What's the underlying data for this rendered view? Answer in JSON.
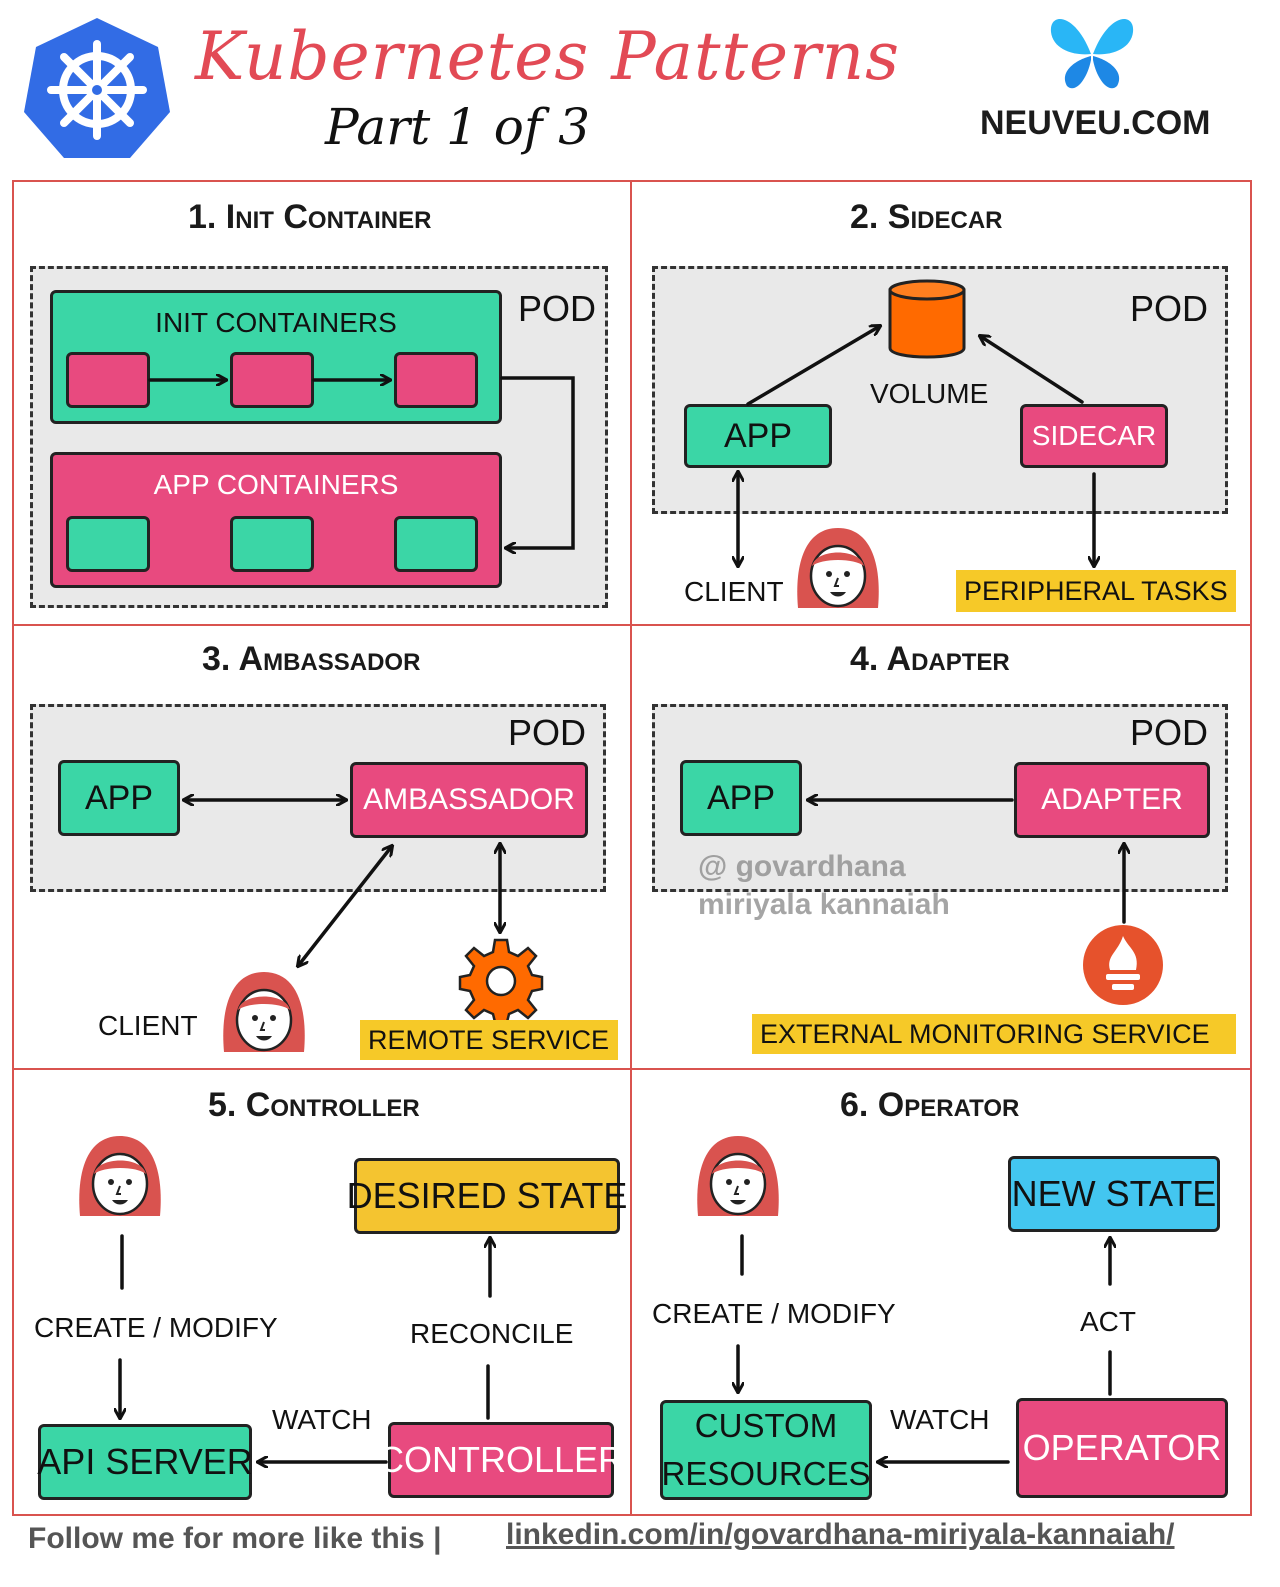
{
  "header": {
    "title": "Kubernetes Patterns",
    "subtitle": "Part 1 of 3",
    "brand": "NEUVEU.COM"
  },
  "colors": {
    "accent": "#e24a55",
    "green": "#3bd6a6",
    "pink": "#e84a7f",
    "yellow": "#f4c430",
    "blue": "#43c6f0",
    "orange": "#ff6a00",
    "kubernetes_blue": "#326ce5"
  },
  "icons": [
    "kubernetes-helm-logo",
    "butterfly-logo",
    "person-avatar",
    "gear",
    "prometheus-flame",
    "cylinder-volume"
  ],
  "panels": {
    "init": {
      "title": "1. Init Container",
      "pod": "POD",
      "init_containers": "INIT CONTAINERS",
      "app_containers": "APP CONTAINERS"
    },
    "sidecar": {
      "title": "2. Sidecar",
      "pod": "POD",
      "volume": "VOLUME",
      "app": "APP",
      "sidecar": "SIDECAR",
      "client": "CLIENT",
      "peripheral": "PERIPHERAL TASKS"
    },
    "ambassador": {
      "title": "3. Ambassador",
      "pod": "POD",
      "app": "APP",
      "ambassador": "AMBASSADOR",
      "client": "CLIENT",
      "remote": "REMOTE SERVICE"
    },
    "adapter": {
      "title": "4. Adapter",
      "pod": "POD",
      "app": "APP",
      "adapter": "ADAPTER",
      "monitoring": "EXTERNAL MONITORING SERVICE",
      "watermark_line1": "@ govardhana",
      "watermark_line2": "miriyala kannaiah"
    },
    "controller": {
      "title": "5. Controller",
      "create_modify": "CREATE / MODIFY",
      "desired_state": "DESIRED STATE",
      "reconcile": "RECONCILE",
      "watch": "WATCH",
      "api_server": "API SERVER",
      "controller": "CONTROLLER"
    },
    "operator": {
      "title": "6. Operator",
      "create_modify": "CREATE / MODIFY",
      "new_state": "NEW STATE",
      "act": "ACT",
      "watch": "WATCH",
      "custom_resources_line1": "CUSTOM",
      "custom_resources_line2": "RESOURCES",
      "operator": "OPERATOR"
    }
  },
  "footer": {
    "cta": "Follow me for more like this  |",
    "link": "linkedin.com/in/govardhana-miriyala-kannaiah/"
  }
}
